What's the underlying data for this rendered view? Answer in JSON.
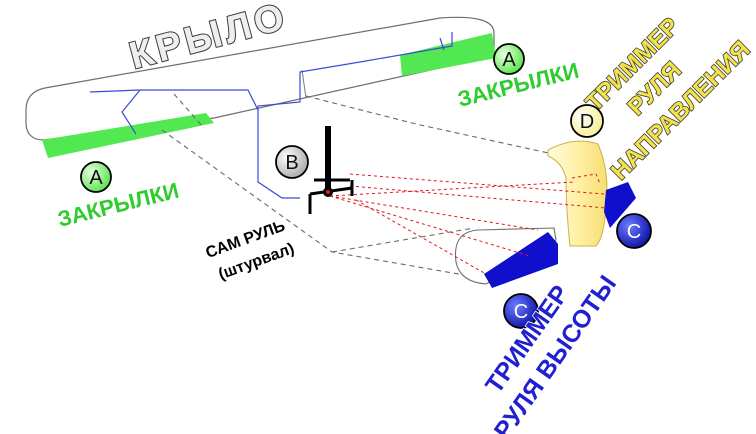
{
  "labels": {
    "wing": "КРЫЛО",
    "flaps_right": "ЗАКРЫЛКИ",
    "flaps_left": "ЗАКРЫЛКИ",
    "rudder_trim_1": "ТРИММЕР",
    "rudder_trim_2": "РУЛЯ",
    "rudder_trim_3": "НАПРАВЛЕНИЯ",
    "control_1": "САМ РУЛЬ",
    "control_2": "(штурвал)",
    "elevator_trim_1": "ТРИММЕР",
    "elevator_trim_2": "РУЛЯ ВЫСОТЫ"
  },
  "markers": {
    "a_right": "A",
    "a_left": "A",
    "b": "B",
    "c_tail": "C",
    "c_elevator": "C",
    "d": "D"
  },
  "colors": {
    "flap_green": "#52e852",
    "elevator_blue": "#1010cc",
    "rudder_yellow": "#fff3b0",
    "cable_blue": "#3a4ad8",
    "cable_red": "#e01818",
    "outline_gray": "#6e6e6e",
    "wing_label_fill": "#eeeeee",
    "flaps_label": "#2ecc2e",
    "rudder_label": "#f3e24a",
    "elevator_label": "#2020d0"
  }
}
